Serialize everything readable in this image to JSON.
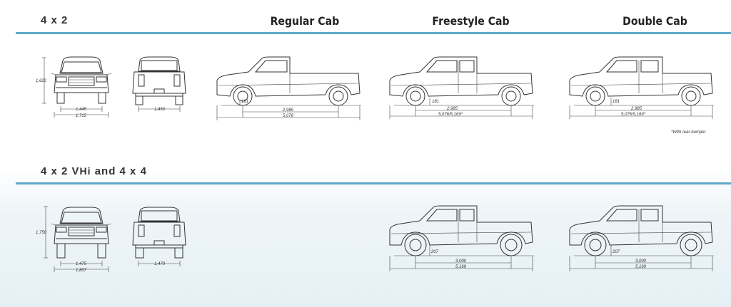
{
  "sections": [
    {
      "title": "4 x 2"
    },
    {
      "title_main": "4 x 2 V",
      "title_sub": "Hi",
      "title_rest": " and 4 x 4"
    }
  ],
  "columns": {
    "regular": "Regular Cab",
    "freestyle": "Freestyle Cab",
    "double": "Double Cab"
  },
  "note": "*With rear bumper",
  "dims": {
    "row1": {
      "height": "1,622",
      "front_track": "1,445",
      "width": "1,715",
      "rear_track": "1,450",
      "regular": {
        "clearance": "181",
        "wheelbase": "2,985",
        "length": "5,076"
      },
      "freestyle": {
        "clearance": "181",
        "wheelbase": "2,985",
        "length": "5,076/5,169*"
      },
      "double": {
        "clearance": "181",
        "wheelbase": "2,985",
        "length": "5,076/5,169*"
      }
    },
    "row2": {
      "height": "1,750",
      "front_track": "1,475",
      "width": "1,807",
      "rear_track": "1,470",
      "freestyle": {
        "clearance": "207",
        "wheelbase": "3,000",
        "length": "5,169"
      },
      "double": {
        "clearance": "207",
        "wheelbase": "3,000",
        "length": "5,169"
      }
    }
  }
}
